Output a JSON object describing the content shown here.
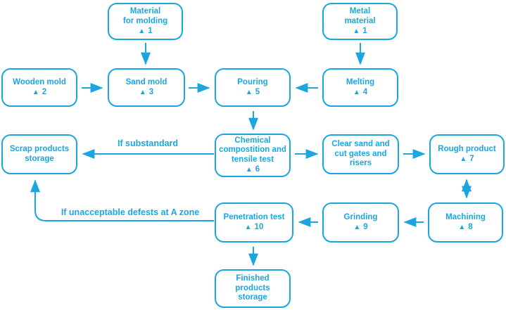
{
  "colors": {
    "accent": "#1BA6E2",
    "background": "#FFFFFF"
  },
  "icons": {
    "step_marker": "▲"
  },
  "nodes": [
    {
      "id": "material-for-molding",
      "label": "Material\nfor molding",
      "marker": "1"
    },
    {
      "id": "metal-material",
      "label": "Metal\nmaterial",
      "marker": "1"
    },
    {
      "id": "wooden-mold",
      "label": "Wooden mold",
      "marker": "2"
    },
    {
      "id": "sand-mold",
      "label": "Sand mold",
      "marker": "3"
    },
    {
      "id": "pouring",
      "label": "Pouring",
      "marker": "5"
    },
    {
      "id": "melting",
      "label": "Melting",
      "marker": "4"
    },
    {
      "id": "scrap-products-storage",
      "label": "Scrap products\nstorage"
    },
    {
      "id": "chemical-test",
      "label": "Chemical\ncompostition and\ntensile test",
      "marker": "6"
    },
    {
      "id": "clear-sand",
      "label": "Clear sand and\ncut gates and risers"
    },
    {
      "id": "rough-product",
      "label": "Rough product",
      "marker": "7"
    },
    {
      "id": "penetration-test",
      "label": "Penetration test",
      "marker": "10"
    },
    {
      "id": "grinding",
      "label": "Grinding",
      "marker": "9"
    },
    {
      "id": "machining",
      "label": "Machining",
      "marker": "8"
    },
    {
      "id": "finished-products-storage",
      "label": "Finished products\nstorage"
    }
  ],
  "edge_labels": {
    "substandard": "If substandard",
    "unacceptable": "If unacceptable defests at A zone"
  }
}
